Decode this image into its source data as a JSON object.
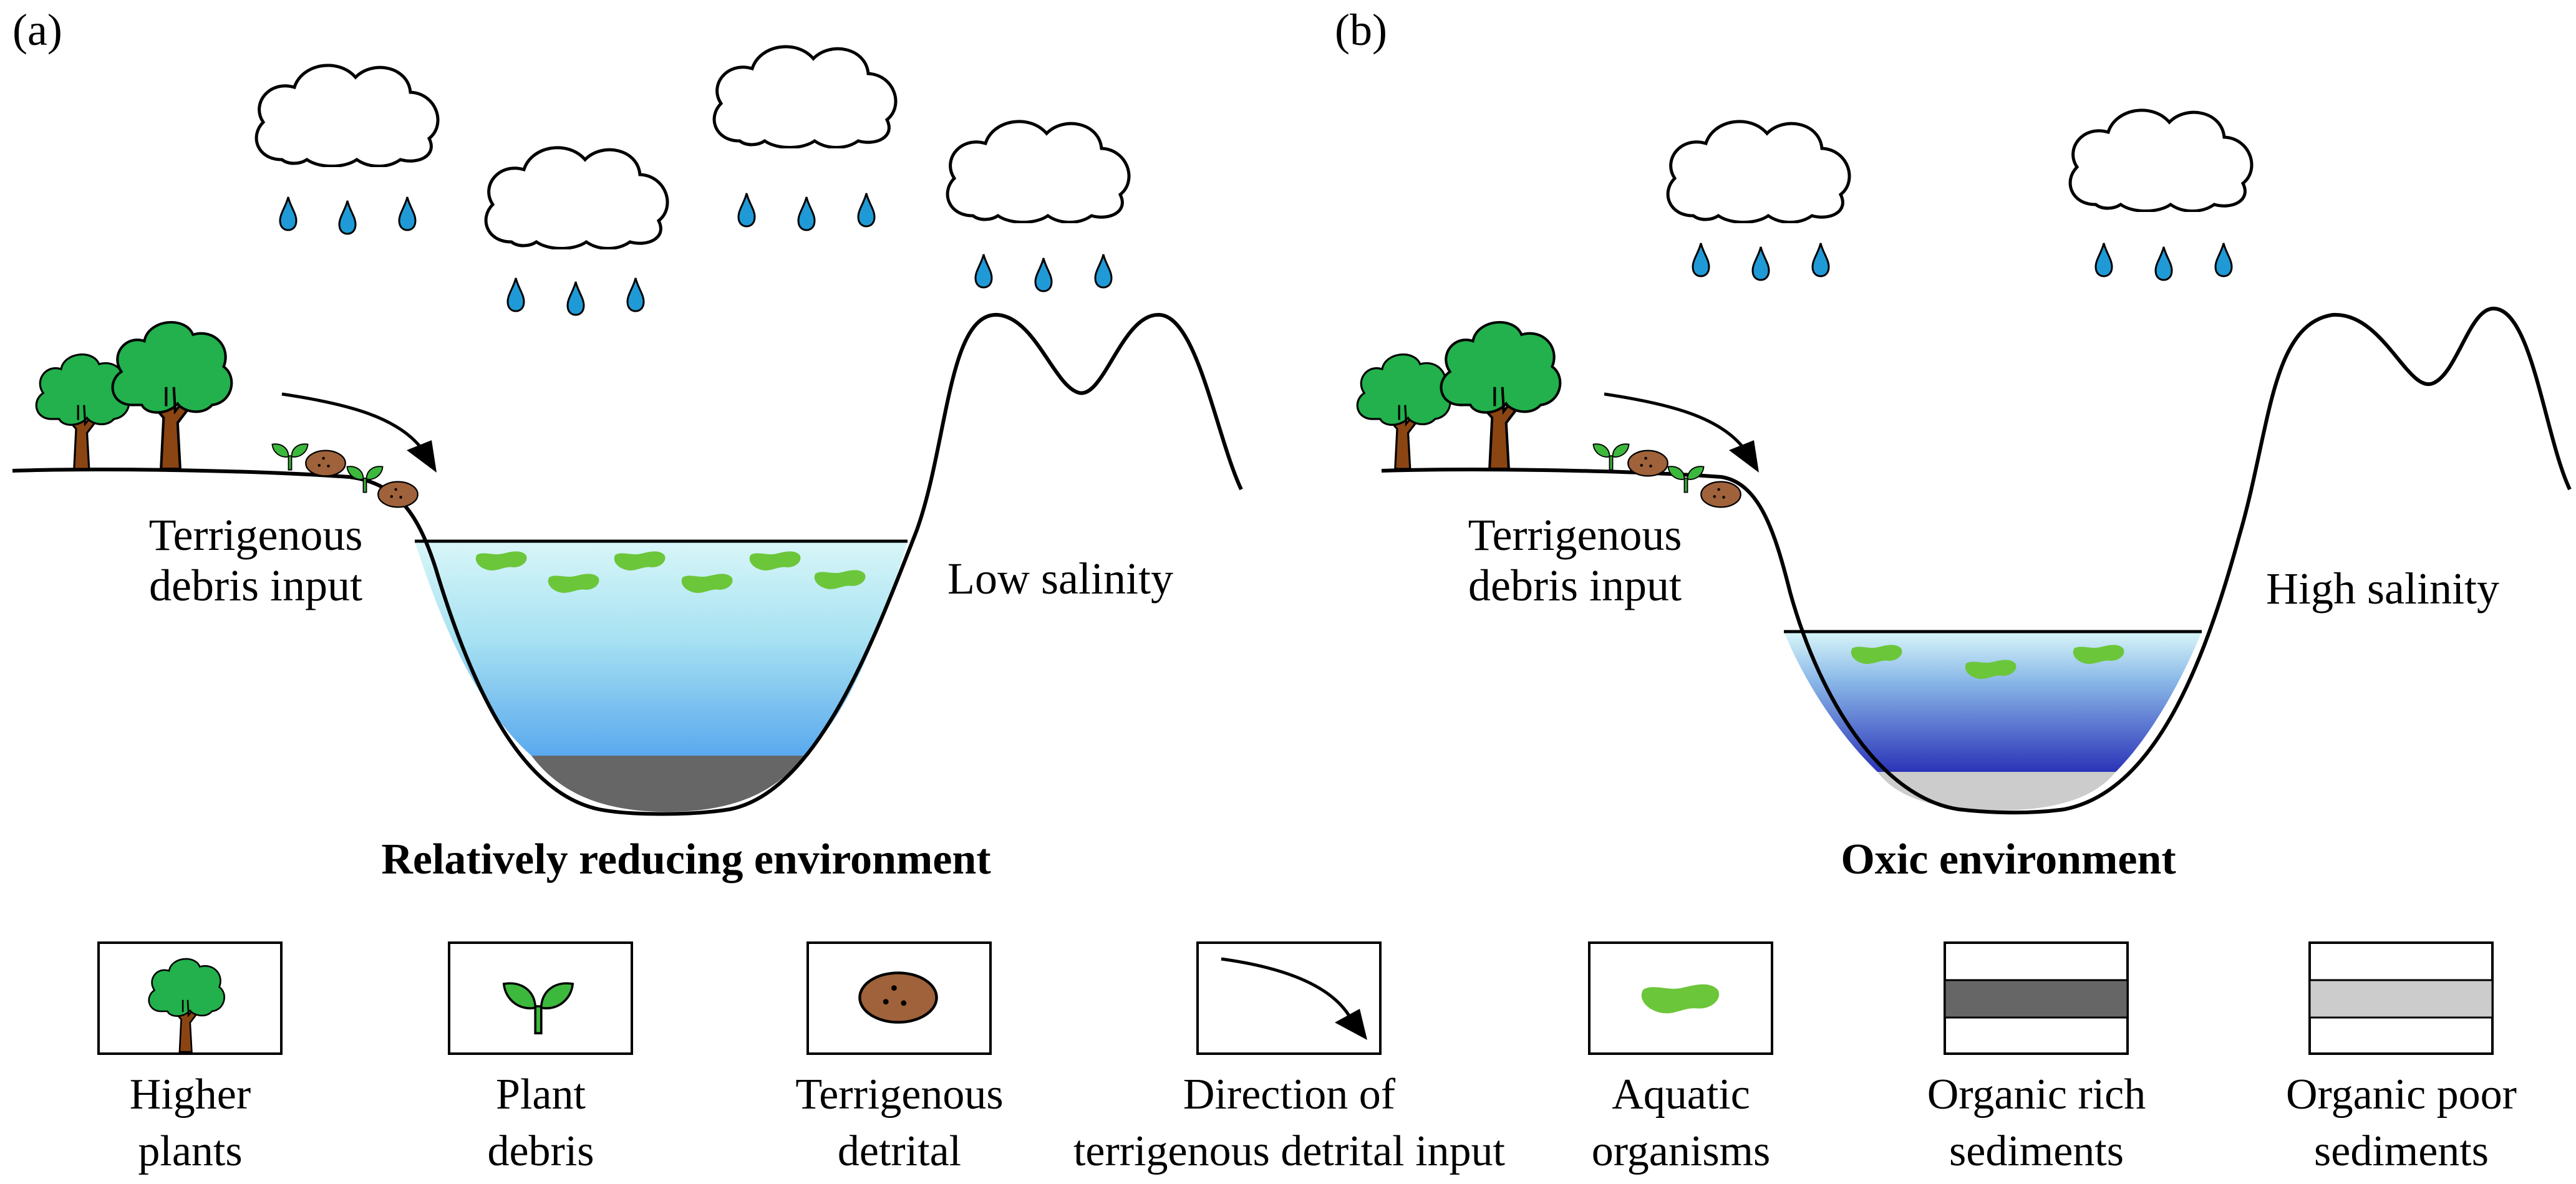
{
  "panels": [
    {
      "label": "(a)",
      "input_label_line1": "Terrigenous",
      "input_label_line2": "debris input",
      "salinity_label": "Low salinity",
      "environment_title": "Relatively reducing environment"
    },
    {
      "label": "(b)",
      "input_label_line1": "Terrigenous",
      "input_label_line2": "debris input",
      "salinity_label": "High salinity",
      "environment_title": "Oxic environment"
    }
  ],
  "legend": [
    {
      "icon": "tree-icon",
      "line1": "Higher",
      "line2": "plants"
    },
    {
      "icon": "sprout-icon",
      "line1": "Plant",
      "line2": "debris"
    },
    {
      "icon": "detrital-grain-icon",
      "line1": "Terrigenous",
      "line2": "detrital"
    },
    {
      "icon": "curved-arrow-icon",
      "line1": "Direction of",
      "line2": "terrigenous detrital input"
    },
    {
      "icon": "aquatic-organism-icon",
      "line1": "Aquatic",
      "line2": "organisms"
    },
    {
      "icon": "organic-rich-sediment-icon",
      "line1": "Organic rich",
      "line2": "sediments"
    },
    {
      "icon": "organic-poor-sediment-icon",
      "line1": "Organic poor",
      "line2": "sediments"
    }
  ],
  "colors": {
    "tree_canopy": "#22b14c",
    "tree_trunk": "#8b4513",
    "leaf": "#3cb83c",
    "detrital_grain": "#a0623a",
    "raindrop": "#1f9ad6",
    "aquatic_organism": "#6cc63a",
    "organic_rich_sediment": "#666666",
    "organic_poor_sediment": "#cccccc",
    "low_salinity_water_top": "#d8f6f8",
    "low_salinity_water_bottom": "#5aa9ee",
    "high_salinity_water_top": "#d8f6f8",
    "high_salinity_water_bottom": "#2b34b8"
  }
}
